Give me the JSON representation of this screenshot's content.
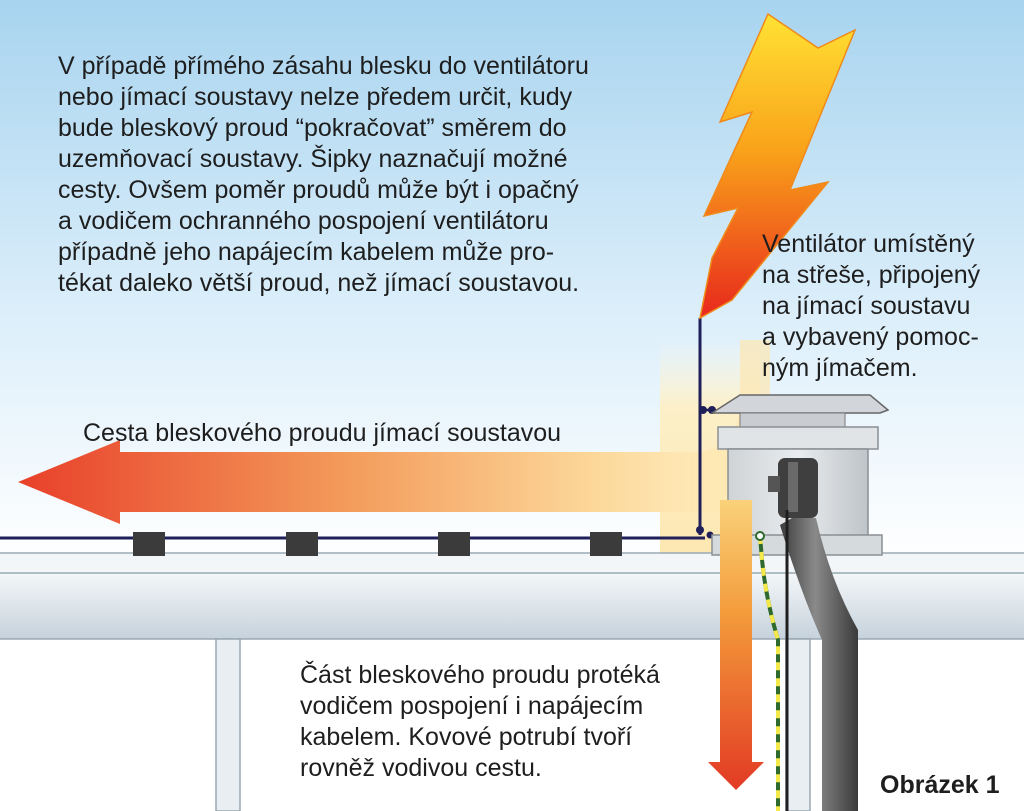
{
  "texts": {
    "main": "V případě přímého zásahu blesku do ventilátoru\nnebo jímací soustavy nelze předem určit, kudy\nbude bleskový proud “pokračovat” směrem do\nuzemňovací soustavy. Šipky naznačují možné\ncesty. Ovšem poměr proudů může být i opačný\na vodičem ochranného pospojení ventilátoru\npřípadně jeho napájecím kabelem může pro-\ntékat daleko větší proud, než jímací soustavou.",
    "fan": "Ventilátor umístěný\nna střeše, připojený\nna jímací soustavu\na vybavený pomoc-\nným jímačem.",
    "path": "Cesta bleskového proudu jímací soustavou",
    "part": "Část bleskového proudu protéká\nvodičem pospojení i napájecím\nkabelem. Kovové potrubí tvoří\nrovněž vodivou cestu.",
    "figure": "Obrázek 1"
  },
  "colors": {
    "sky_top": "#a8d4ef",
    "sky_bottom": "#ffffff",
    "arrow_red": "#e8402a",
    "arrow_yellow": "#ffe9a0",
    "conductor": "#1f1f5a",
    "roof": "#dbe6ee",
    "pipe": "#555555"
  }
}
